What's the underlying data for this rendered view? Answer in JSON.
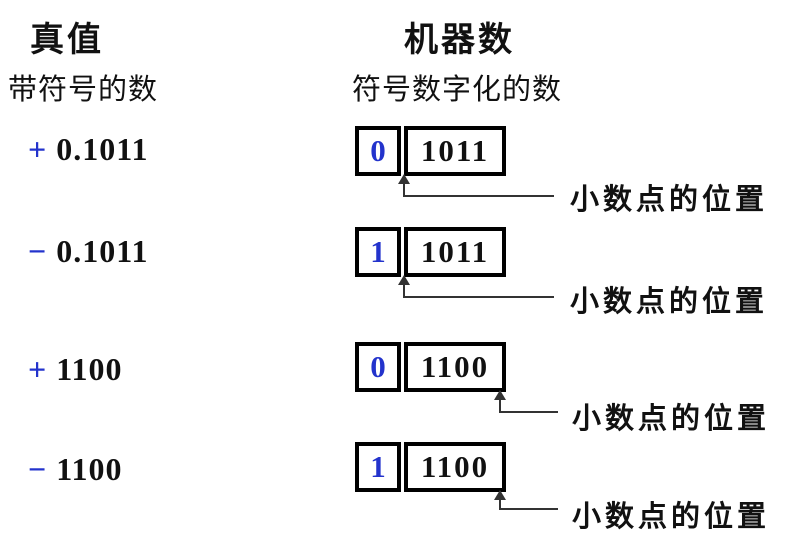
{
  "colors": {
    "accent_blue": "#2333cc",
    "line_color": "#333333",
    "border_color": "#000000",
    "text_color": "#111111",
    "page_bg": "#ffffff"
  },
  "header": {
    "true_value_title": "真值",
    "machine_number_title": "机器数",
    "true_value_subtitle": "带符号的数",
    "machine_number_subtitle": "符号数字化的数"
  },
  "rows": [
    {
      "sign": "+",
      "magnitude": "0.1011",
      "sign_bit": "0",
      "bits": "1011",
      "pointer_label": "小数点的位置",
      "decimal_point_position": "after-sign-bit"
    },
    {
      "sign": "−",
      "magnitude": "0.1011",
      "sign_bit": "1",
      "bits": "1011",
      "pointer_label": "小数点的位置",
      "decimal_point_position": "after-sign-bit"
    },
    {
      "sign": "+",
      "magnitude": "1100",
      "sign_bit": "0",
      "bits": "1100",
      "pointer_label": "小数点的位置",
      "decimal_point_position": "right-end"
    },
    {
      "sign": "−",
      "magnitude": "1100",
      "sign_bit": "1",
      "bits": "1100",
      "pointer_label": "小数点的位置",
      "decimal_point_position": "right-end"
    }
  ]
}
